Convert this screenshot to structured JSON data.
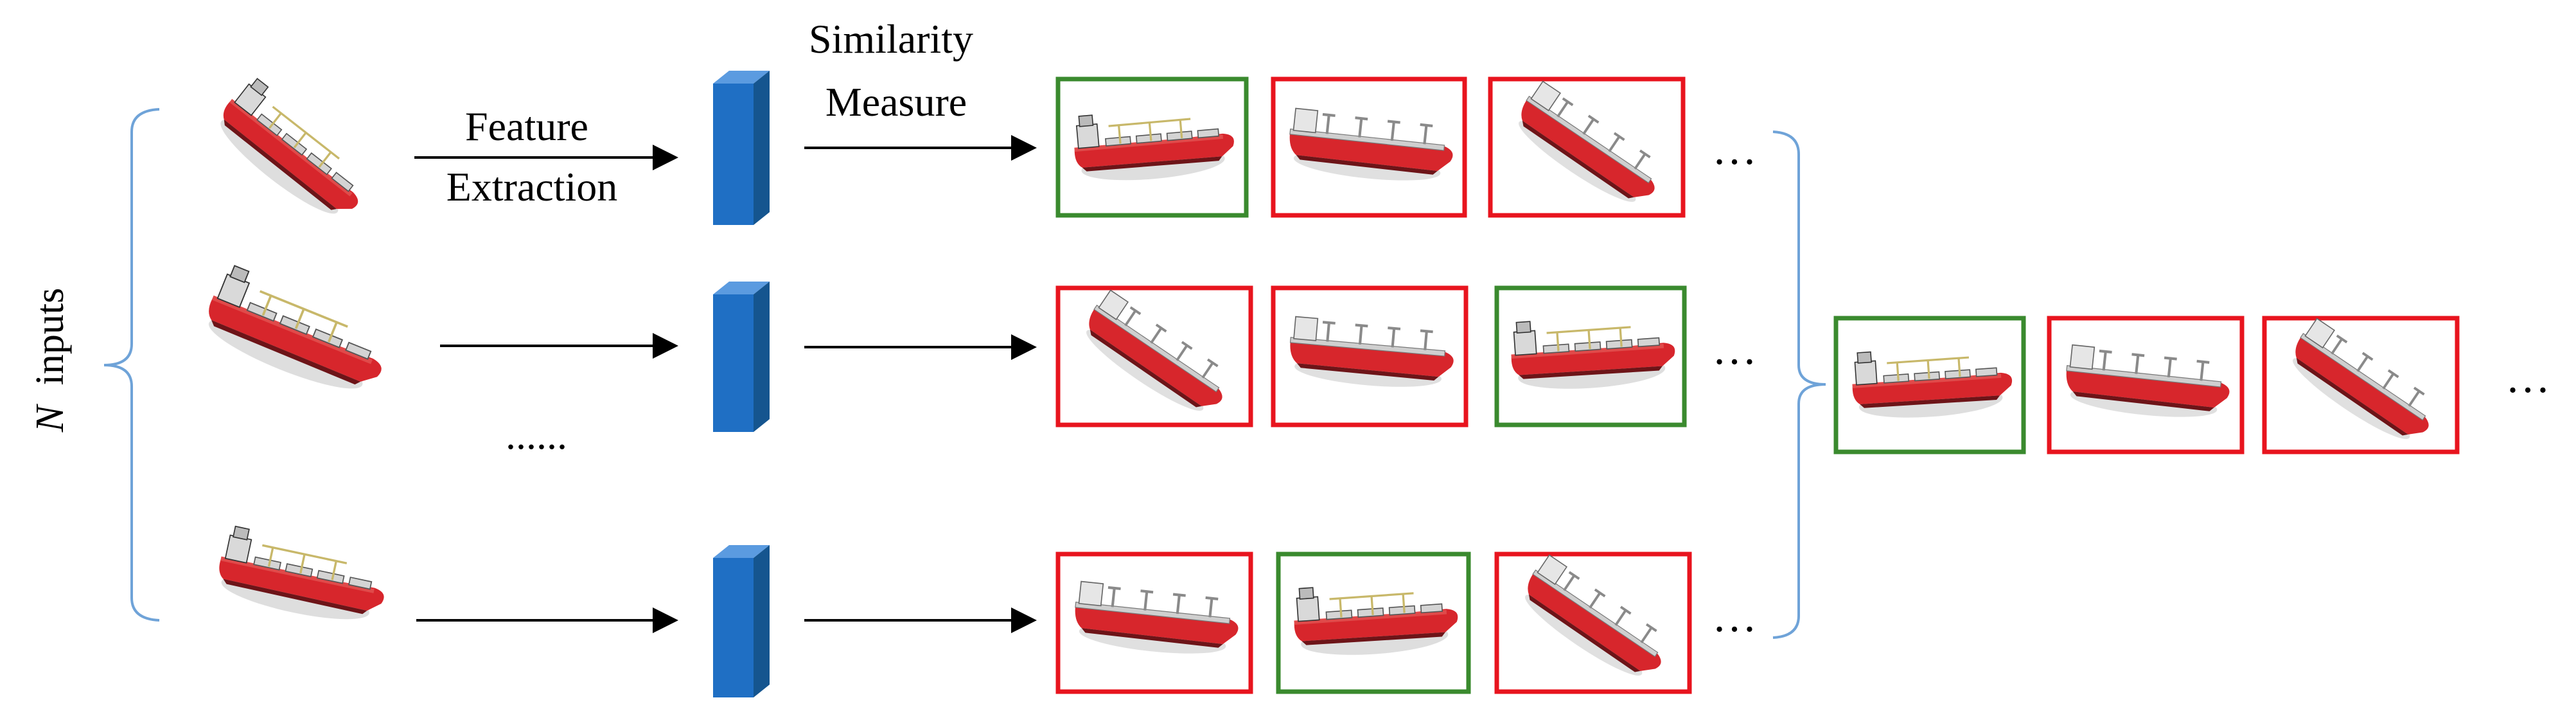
{
  "side_label": {
    "variable": "N",
    "text": "inputs"
  },
  "steps": {
    "feature_extraction": [
      "Feature",
      "Extraction"
    ],
    "similarity_measure": [
      "Similarity",
      "Measure"
    ]
  },
  "ellipsis_inputs": "......",
  "ellipsis": "…",
  "colors": {
    "match": "#3a8a2e",
    "mismatch": "#e8141e",
    "feature_block": "#1f6fc4",
    "brace": "#6fa3d8",
    "hull": "#d7262c"
  },
  "rows": [
    {
      "results": [
        "match",
        "mismatch",
        "mismatch"
      ]
    },
    {
      "results": [
        "mismatch",
        "mismatch",
        "match"
      ]
    },
    {
      "results": [
        "mismatch",
        "match",
        "mismatch"
      ]
    }
  ],
  "fused_results": [
    "match",
    "mismatch",
    "mismatch"
  ]
}
